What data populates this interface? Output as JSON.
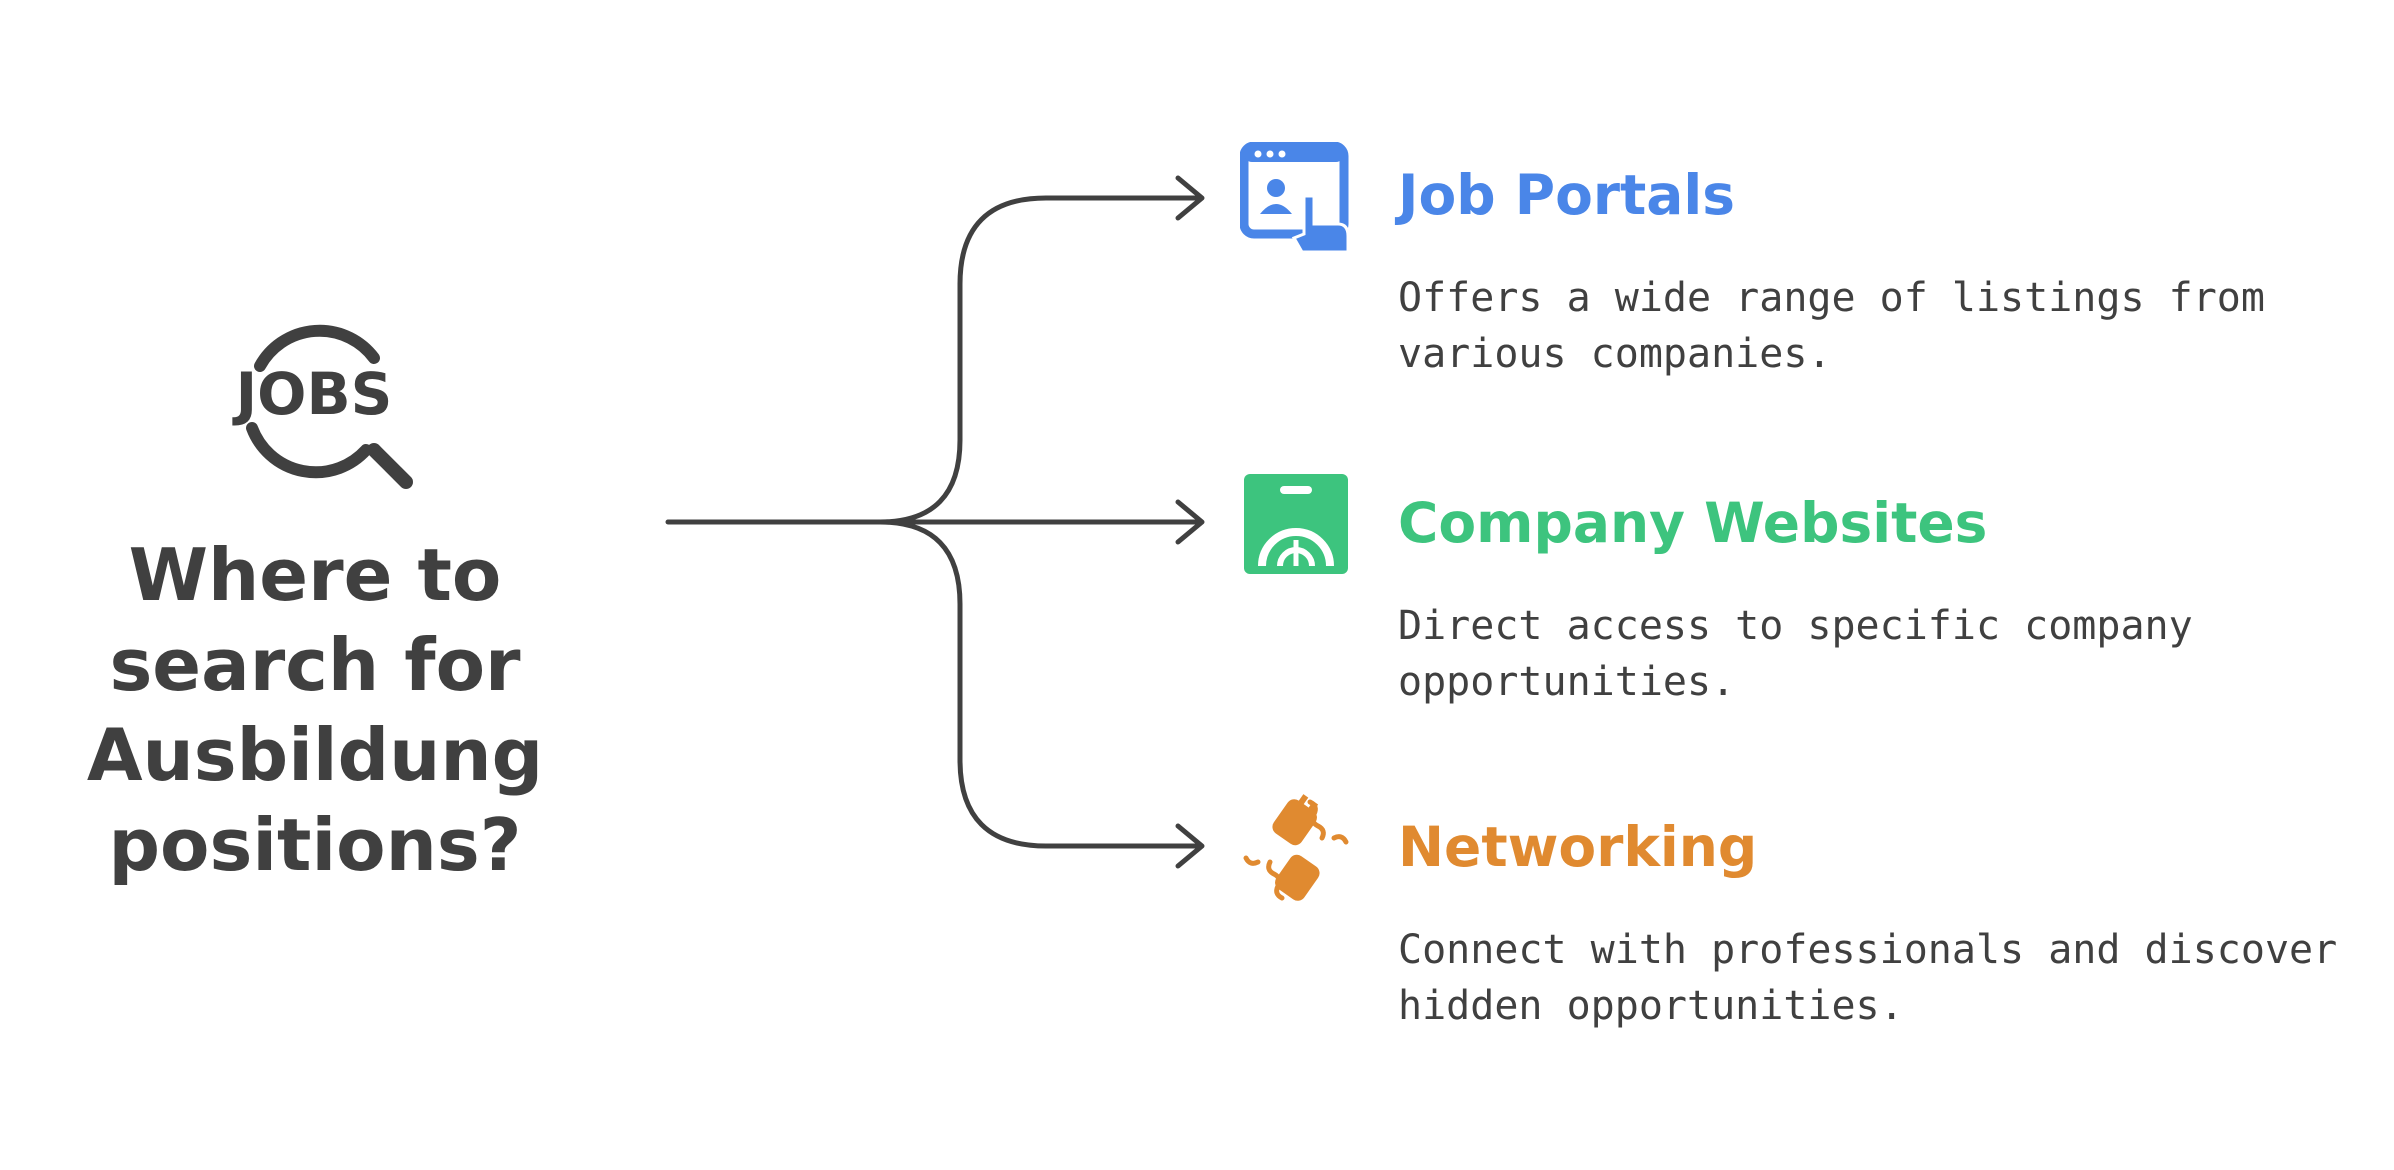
{
  "root": {
    "icon": "jobs-search-icon",
    "icon_text": "JOBS",
    "question_lines": [
      "Where to",
      "search for",
      "Ausbildung",
      "positions?"
    ]
  },
  "branches": [
    {
      "title": "Job Portals",
      "icon": "browser-user-click-icon",
      "color": "#4a86e8",
      "desc_lines": [
        "Offers a wide range of listings from",
        "various companies."
      ]
    },
    {
      "title": "Company Websites",
      "icon": "office-building-icon",
      "color": "#3dc47e",
      "desc_lines": [
        "Direct access to specific company",
        "opportunities."
      ]
    },
    {
      "title": "Networking",
      "icon": "plug-connection-icon",
      "color": "#e08a30",
      "desc_lines": [
        "Connect with professionals and discover",
        "hidden opportunities."
      ]
    }
  ],
  "colors": {
    "text": "#404040",
    "lines": "#404040"
  }
}
